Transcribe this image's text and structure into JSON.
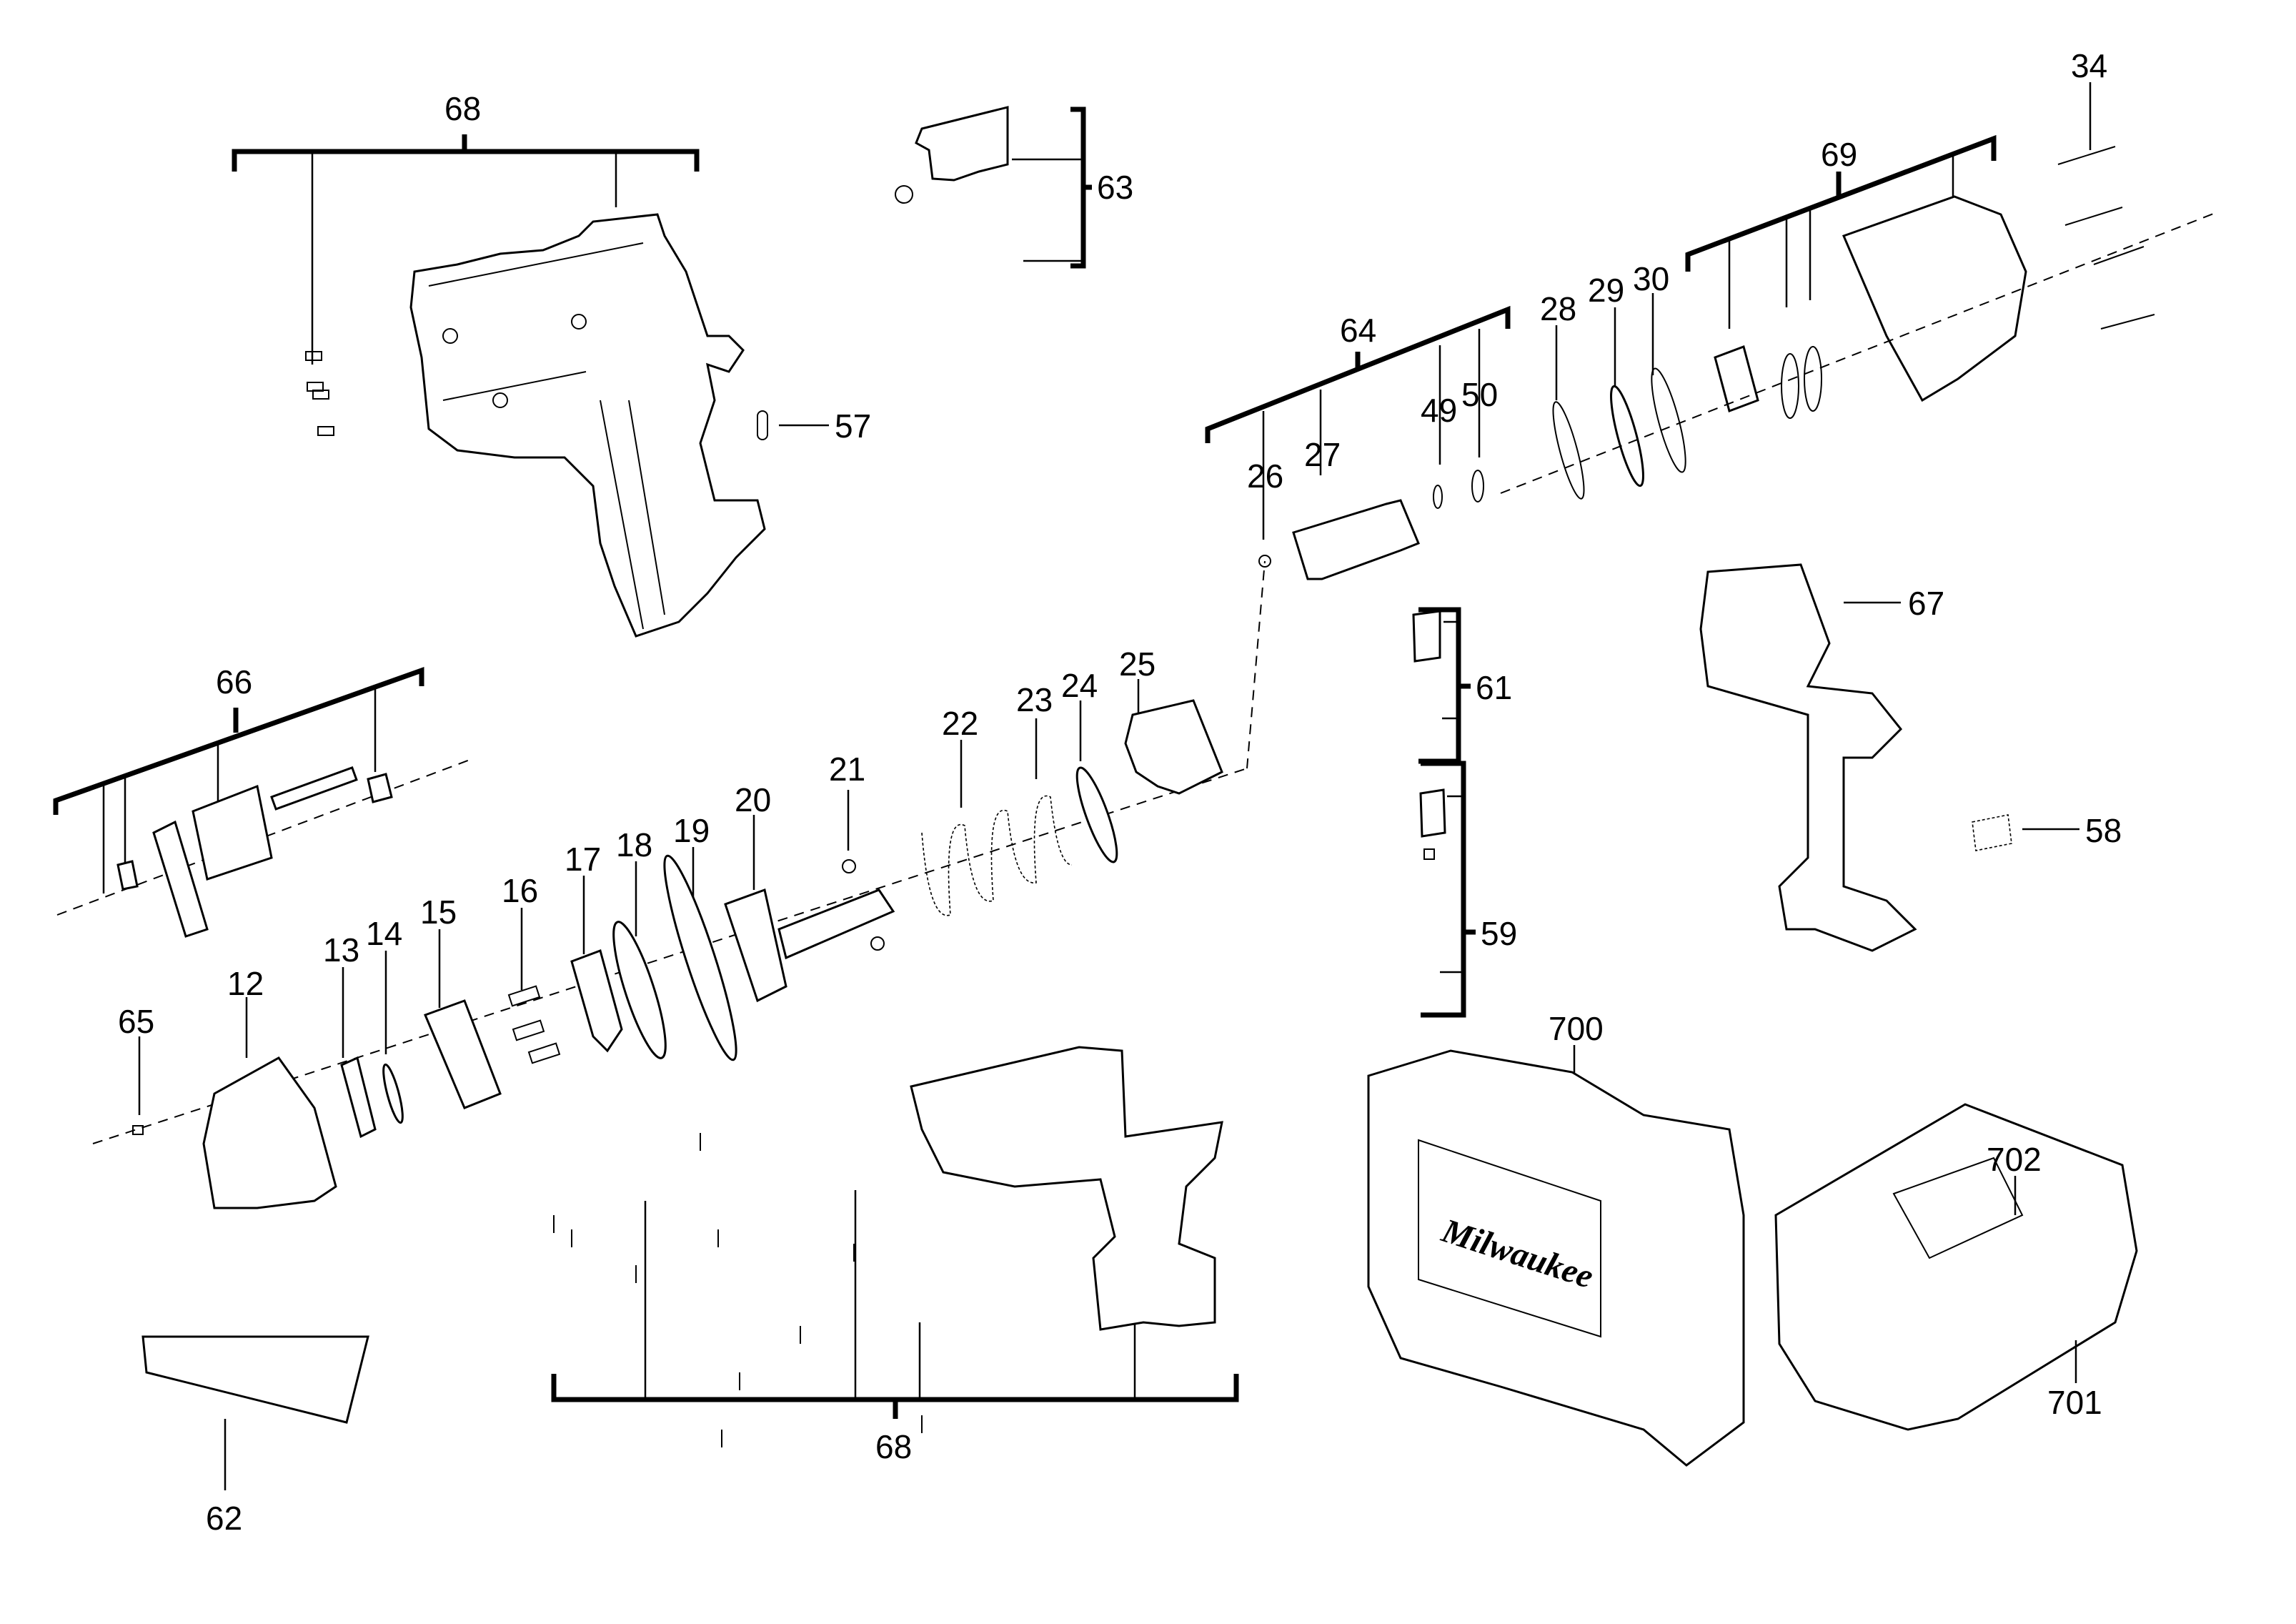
{
  "diagram": {
    "type": "exploded-parts-view",
    "brand_logo_text": "Milwaukee",
    "callouts": {
      "c12": "12",
      "c13": "13",
      "c14": "14",
      "c15": "15",
      "c16": "16",
      "c17": "17",
      "c18": "18",
      "c19": "19",
      "c20": "20",
      "c21": "21",
      "c22": "22",
      "c23": "23",
      "c24": "24",
      "c25": "25",
      "c26": "26",
      "c27": "27",
      "c28": "28",
      "c29": "29",
      "c30": "30",
      "c34": "34",
      "c49": "49",
      "c50": "50",
      "c57": "57",
      "c58": "58",
      "c59": "59",
      "c61": "61",
      "c62": "62",
      "c63": "63",
      "c64": "64",
      "c65": "65",
      "c66": "66",
      "c67": "67",
      "c68_top": "68",
      "c68_bottom": "68",
      "c69": "69",
      "c700": "700",
      "c701": "701",
      "c702": "702"
    }
  }
}
